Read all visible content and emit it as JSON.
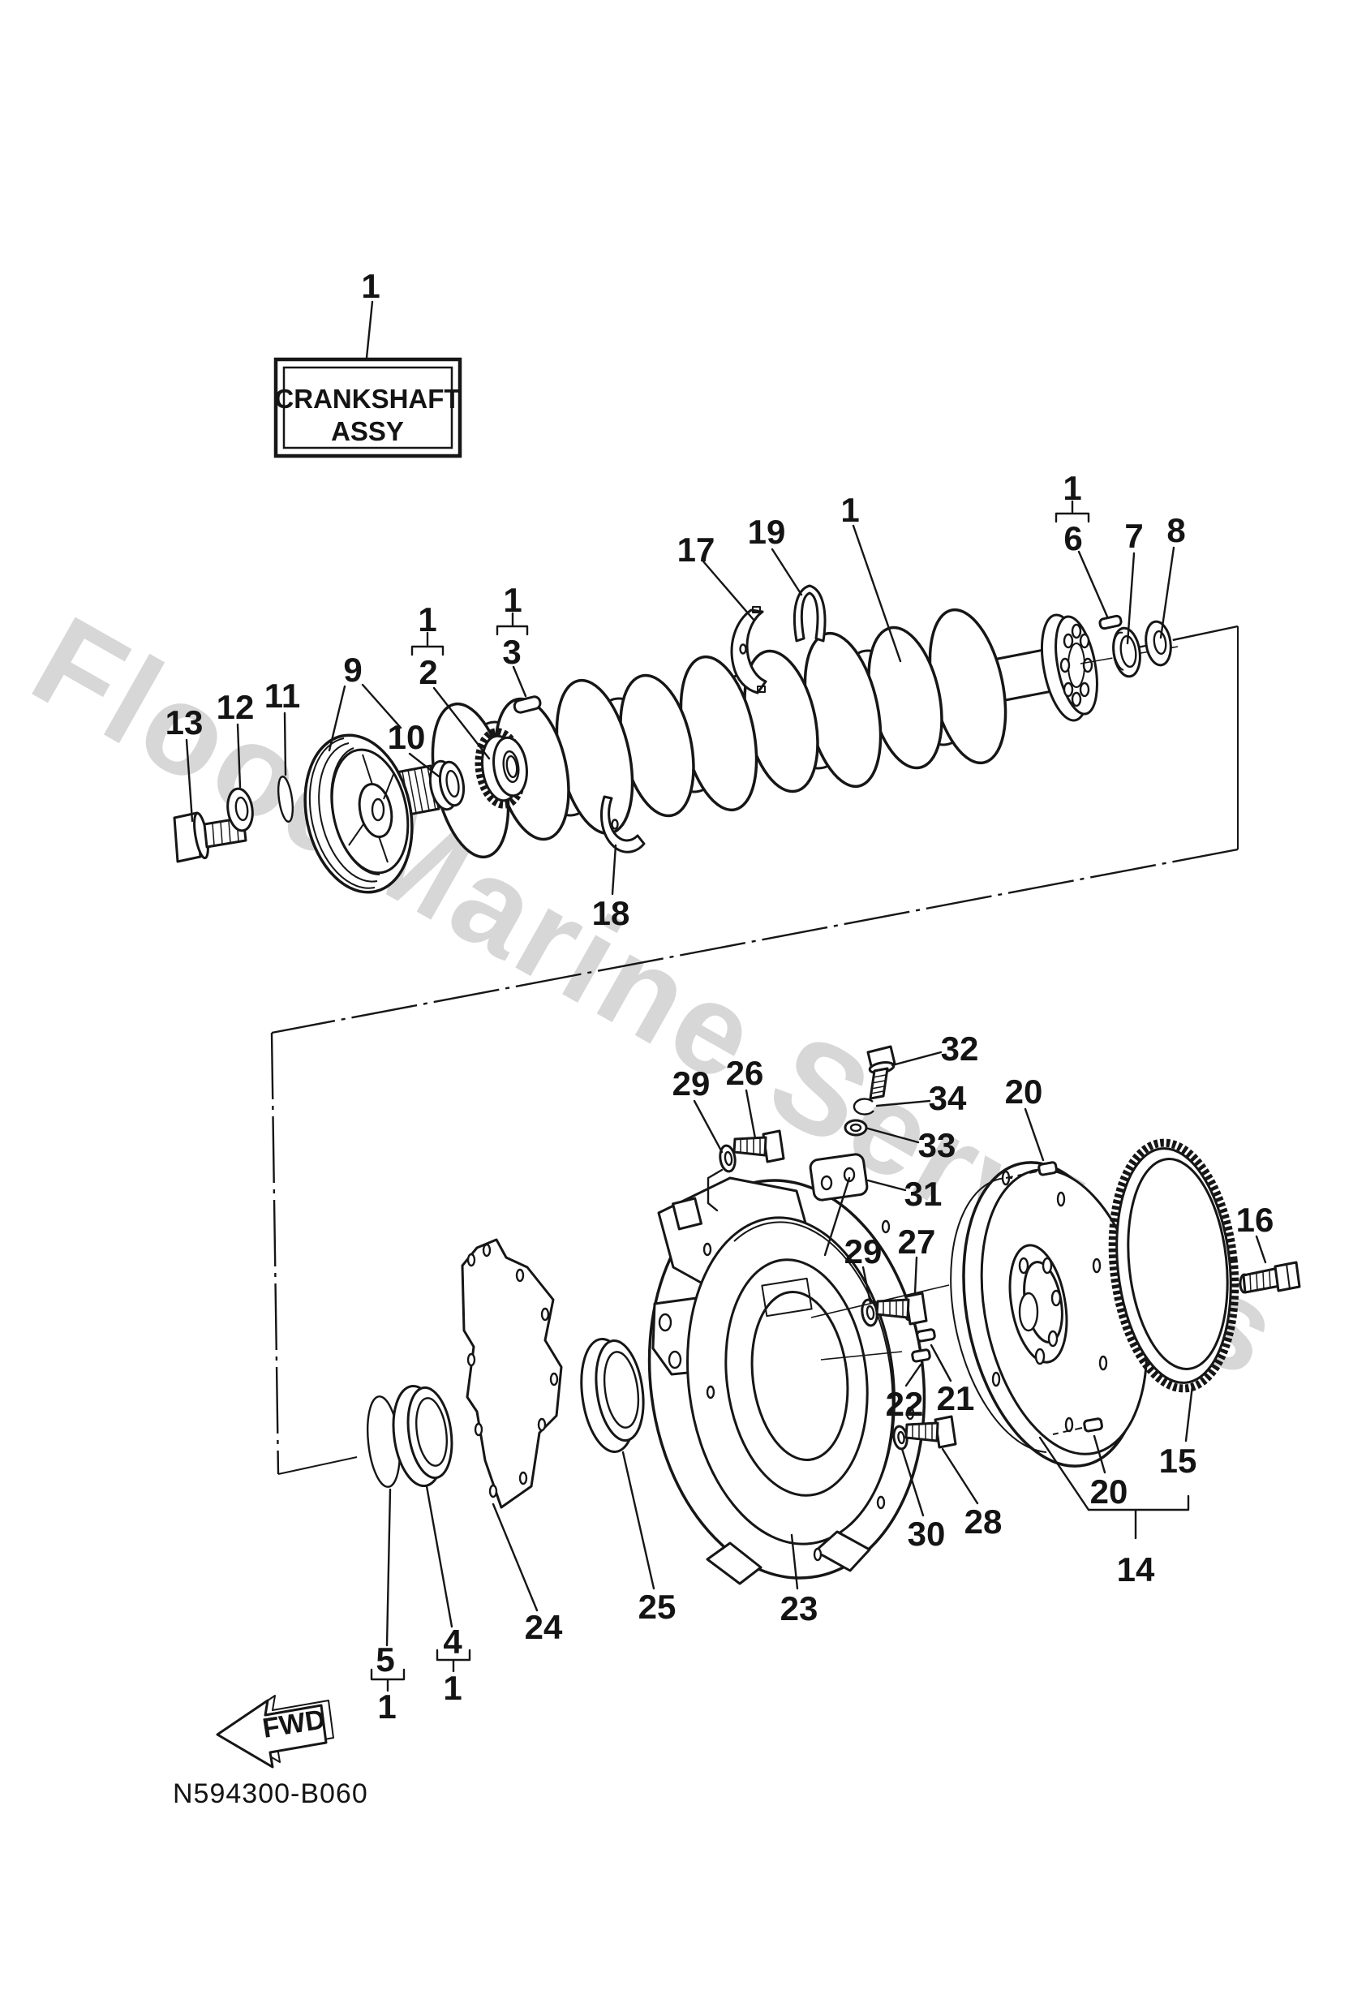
{
  "page": {
    "background": "#ffffff",
    "line_color": "#161616"
  },
  "watermark": {
    "text": "FloodMarine Services",
    "color": "#d7d7d7"
  },
  "assembly_label": {
    "line1": "CRANKSHAFT",
    "line2": "ASSY"
  },
  "fwd_arrow": {
    "label": "FWD"
  },
  "diagram_code": "N594300-B060",
  "callouts": [
    {
      "id": "assy-box",
      "text": "1"
    },
    {
      "id": "13",
      "text": "13"
    },
    {
      "id": "12",
      "text": "12"
    },
    {
      "id": "11",
      "text": "11"
    },
    {
      "id": "9",
      "text": "9"
    },
    {
      "id": "10",
      "text": "10"
    },
    {
      "id": "grp2-1",
      "text": "1"
    },
    {
      "id": "2",
      "text": "2"
    },
    {
      "id": "grp3-1",
      "text": "1"
    },
    {
      "id": "3",
      "text": "3"
    },
    {
      "id": "17",
      "text": "17"
    },
    {
      "id": "19",
      "text": "19"
    },
    {
      "id": "crank-1",
      "text": "1"
    },
    {
      "id": "18",
      "text": "18"
    },
    {
      "id": "grp6-1",
      "text": "1"
    },
    {
      "id": "6",
      "text": "6"
    },
    {
      "id": "7",
      "text": "7"
    },
    {
      "id": "8",
      "text": "8"
    },
    {
      "id": "29-upper",
      "text": "29"
    },
    {
      "id": "26",
      "text": "26"
    },
    {
      "id": "32",
      "text": "32"
    },
    {
      "id": "34",
      "text": "34"
    },
    {
      "id": "33",
      "text": "33"
    },
    {
      "id": "31",
      "text": "31"
    },
    {
      "id": "20-upper",
      "text": "20"
    },
    {
      "id": "29-lower",
      "text": "29"
    },
    {
      "id": "27",
      "text": "27"
    },
    {
      "id": "22",
      "text": "22"
    },
    {
      "id": "21",
      "text": "21"
    },
    {
      "id": "30",
      "text": "30"
    },
    {
      "id": "28",
      "text": "28"
    },
    {
      "id": "23",
      "text": "23"
    },
    {
      "id": "24",
      "text": "24"
    },
    {
      "id": "25",
      "text": "25"
    },
    {
      "id": "20-lower",
      "text": "20"
    },
    {
      "id": "15",
      "text": "15"
    },
    {
      "id": "14",
      "text": "14"
    },
    {
      "id": "16",
      "text": "16"
    },
    {
      "id": "5",
      "text": "5"
    },
    {
      "id": "5-qty",
      "text": "1"
    },
    {
      "id": "4",
      "text": "4"
    },
    {
      "id": "4-qty",
      "text": "1"
    }
  ]
}
